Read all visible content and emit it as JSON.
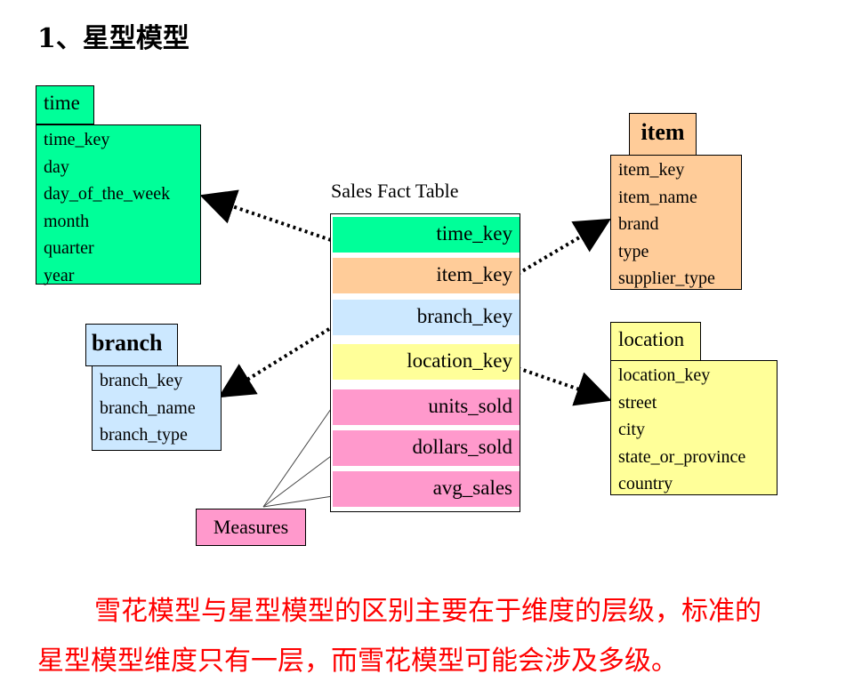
{
  "heading": "1、星型模型",
  "fact_table": {
    "title": "Sales Fact Table",
    "rows": [
      "time_key",
      "item_key",
      "branch_key",
      "location_key",
      "units_sold",
      "dollars_sold",
      "avg_sales"
    ]
  },
  "dimensions": {
    "time": {
      "name": "time",
      "attributes": [
        "time_key",
        "day",
        "day_of_the_week",
        "month",
        "quarter",
        "year"
      ]
    },
    "item": {
      "name": "item",
      "attributes": [
        "item_key",
        "item_name",
        "brand",
        "type",
        "supplier_type"
      ]
    },
    "branch": {
      "name": "branch",
      "attributes": [
        "branch_key",
        "branch_name",
        "branch_type"
      ]
    },
    "location": {
      "name": "location",
      "attributes": [
        "location_key",
        "street",
        "city",
        "state_or_province",
        "country"
      ]
    }
  },
  "measures_label": "Measures",
  "paragraph": {
    "line1": "雪花模型与星型模型的区别主要在于维度的层级，标准的",
    "line2": "星型模型维度只有一层，而雪花模型可能会涉及多级。"
  },
  "colors": {
    "time": "#00ff99",
    "item": "#ffcc99",
    "branch": "#cce8ff",
    "location": "#ffff99",
    "measures": "#ff99cc",
    "paragraph": "#ff0000"
  }
}
